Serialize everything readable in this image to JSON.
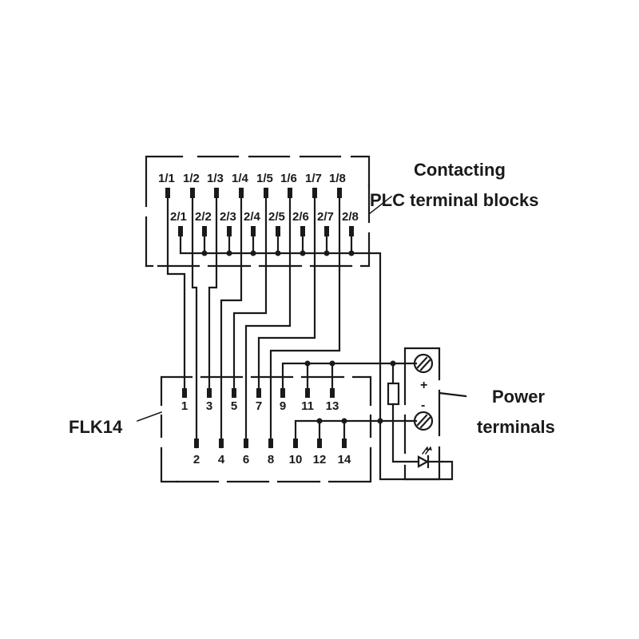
{
  "labels": {
    "plc_title_line1": "Contacting",
    "plc_title_line2": "PLC terminal blocks",
    "power_title_line1": "Power",
    "power_title_line2": "terminals",
    "flk_title": "FLK14",
    "plus": "+",
    "minus": "-"
  },
  "plc_top_row": [
    "1/1",
    "1/2",
    "1/3",
    "1/4",
    "1/5",
    "1/6",
    "1/7",
    "1/8"
  ],
  "plc_bottom_row": [
    "2/1",
    "2/2",
    "2/3",
    "2/4",
    "2/5",
    "2/6",
    "2/7",
    "2/8"
  ],
  "flk_top_row": [
    "1",
    "3",
    "5",
    "7",
    "9",
    "11",
    "13"
  ],
  "flk_bottom_row": [
    "2",
    "4",
    "6",
    "8",
    "10",
    "12",
    "14"
  ],
  "colors": {
    "line": "#1a1a1a",
    "background": "#ffffff"
  }
}
